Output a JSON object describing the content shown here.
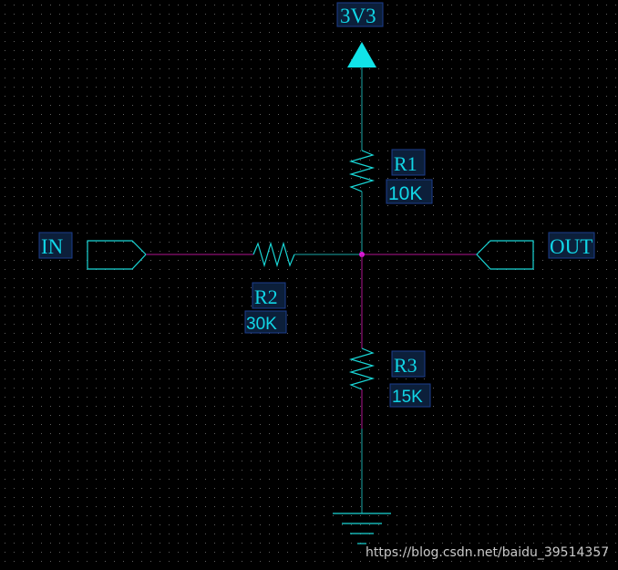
{
  "power_label": "3V3",
  "ports": {
    "input": "IN",
    "output": "OUT"
  },
  "resistors": {
    "r1": {
      "ref": "R1",
      "value": "10K"
    },
    "r2": {
      "ref": "R2",
      "value": "30K"
    },
    "r3": {
      "ref": "R3",
      "value": "15K"
    }
  },
  "watermark": "https://blog.csdn.net/baidu_39514357",
  "colors": {
    "background": "#000000",
    "wire": "#1aa7a7",
    "highlighted_net": "#b0138f",
    "symbol": "#19d6d6",
    "label_text": "#11d6e6",
    "label_background": "#0c1f3a"
  }
}
